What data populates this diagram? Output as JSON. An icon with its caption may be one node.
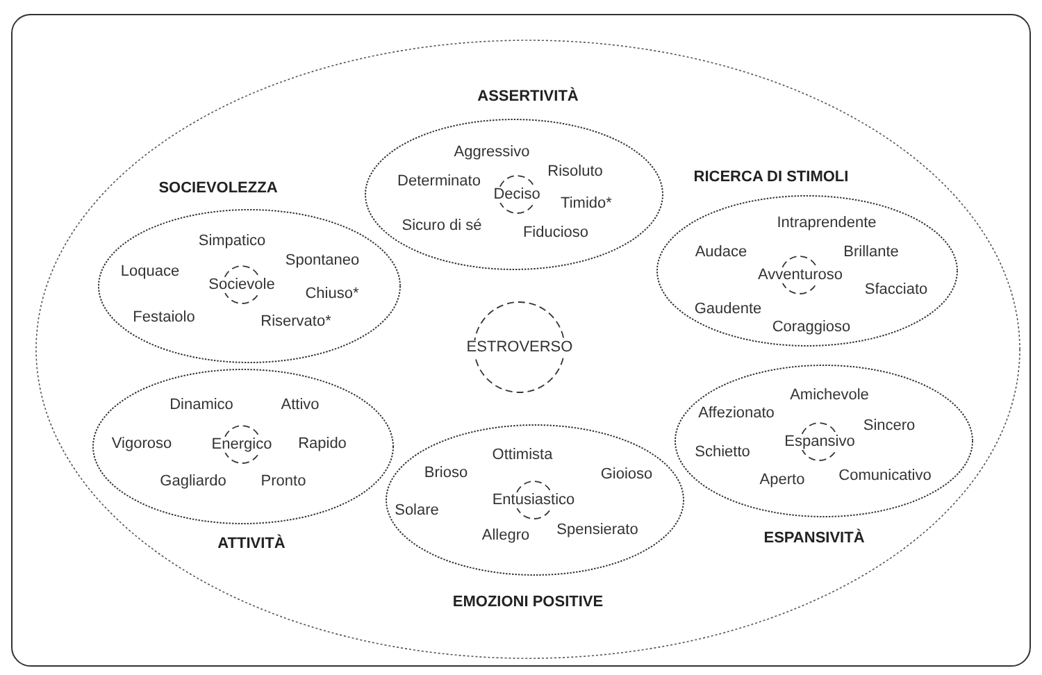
{
  "diagram": {
    "nodes": [
      {
        "text": [],
        "shape": "ellipse"
      },
      {
        "text": [
          "ESTROVERSO"
        ],
        "in": 0
      },
      {
        "text": [
          "ASSERTIVITÀ",
          "Aggressivo",
          "Risoluto",
          "Determinato",
          "Timido*",
          "Sicuro di sé",
          "Fiducioso"
        ],
        "in": 0
      },
      {
        "text": [
          "Deciso"
        ],
        "in": 2
      },
      {
        "text": [
          "SOCIEVOLEZZA",
          "Simpatico",
          "Loquace",
          "Spontaneo",
          "Chiuso*",
          "Festaiolo",
          "Riservato*"
        ],
        "in": 0
      },
      {
        "text": [
          "Socievole"
        ],
        "in": 4
      },
      {
        "text": [
          "RICERCA DI STIMOLI",
          "Intraprendente",
          "Audace",
          "Brillante",
          "Sfacciato",
          "Gaudente",
          "Coraggioso"
        ],
        "in": 0
      },
      {
        "text": [
          "Avventuroso"
        ],
        "in": 6
      },
      {
        "text": [
          "Dinamico",
          "Attivo",
          "Vigoroso",
          "Rapido",
          "Gagliardo",
          "Pronto",
          "ATTIVITÀ"
        ],
        "in": 0
      },
      {
        "text": [
          "Energico"
        ],
        "in": 8
      },
      {
        "text": [
          "Amichevole",
          "Affezionato",
          "Sincero",
          "Schietto",
          "Aperto",
          "Comunicativo",
          "ESPANSIVITÀ"
        ],
        "in": 0
      },
      {
        "text": [
          "Espansivo"
        ],
        "in": 10
      },
      {
        "text": [
          "Ottimista",
          "Brioso",
          "Gioioso",
          "Solare",
          "Allegro",
          "Spensierato",
          "EMOZIONI POSITIVE"
        ],
        "in": 0
      },
      {
        "text": [
          "Entusiastico"
        ],
        "in": 12
      }
    ]
  }
}
